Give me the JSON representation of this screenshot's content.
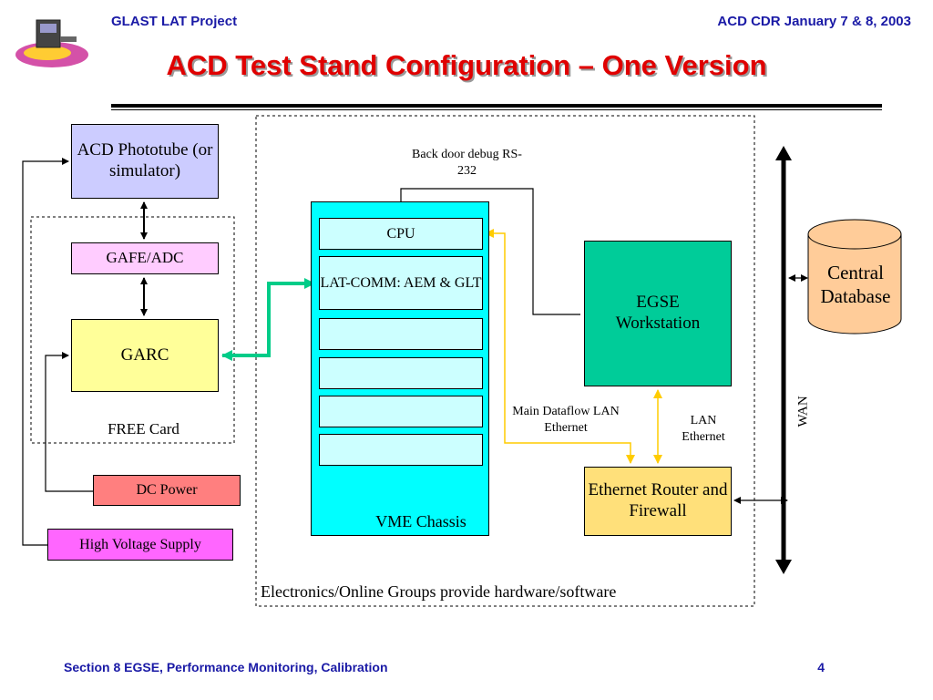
{
  "header": {
    "left": "GLAST LAT Project",
    "right": "ACD CDR January 7 & 8, 2003"
  },
  "title": "ACD Test Stand Configuration – One Version",
  "footer": {
    "left": "Section 8 EGSE, Performance Monitoring, Calibration",
    "page": "4"
  },
  "blocks": {
    "phototube": "ACD Phototube (or simulator)",
    "gafe": "GAFE/ADC",
    "garc": "GARC",
    "free_card": "FREE Card",
    "dc_power": "DC Power",
    "hv_supply": "High Voltage Supply",
    "cpu": "CPU",
    "latcomm": "LAT-COMM: AEM & GLT",
    "vme": "VME Chassis",
    "egse": "EGSE Workstation",
    "router": "Ethernet Router and Firewall",
    "central_db": "Central Database",
    "wan": "WAN"
  },
  "annotations": {
    "backdoor": "Back door debug RS-232",
    "main_dataflow": "Main Dataflow LAN Ethernet",
    "lan_ethernet": "LAN Ethernet",
    "electronics_note": "Electronics/Online Groups provide hardware/software"
  },
  "colors": {
    "header_text": "#1a1aa6",
    "title_red": "#e00000",
    "phototube_fill": "#ccccff",
    "gafe_fill": "#ffccff",
    "garc_fill": "#ffff99",
    "dc_power_fill": "#ff7f7f",
    "hv_fill": "#ff66ff",
    "vme_fill": "#00ffff",
    "slot_fill": "#ccffff",
    "egse_fill": "#00cc99",
    "router_fill": "#ffe07a",
    "db_fill": "#ffcc99",
    "garc_link": "#00cc88",
    "lan_link": "#ffcc00"
  }
}
